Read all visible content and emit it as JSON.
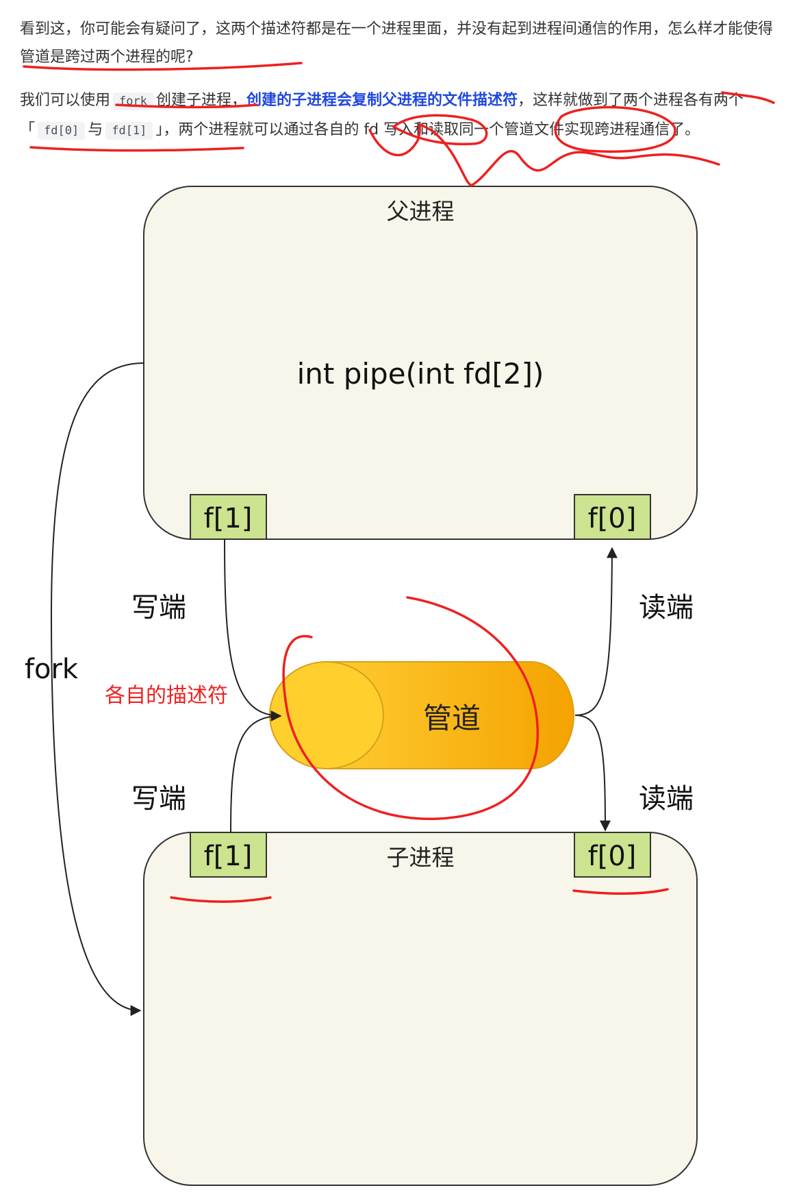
{
  "intro": {
    "p1": "看到这，你可能会有疑问了，这两个描述符都是在一个进程里面，并没有起到进程间通信的作用，怎么样才能使得管道是跨过两个进程的呢?",
    "p2": {
      "a": "我们可以使用",
      "code_fork": "fork",
      "b": "创建子进程，",
      "bold": "创建的子进程会复制父进程的文件描述符",
      "c": "，这样就做到了两个进程各有两个「",
      "code_fd0": "fd[0]",
      "d": "与",
      "code_fd1": "fd[1]",
      "e": "」，两个进程就可以通过各自的 fd 写入和读取同一个管道文件实现跨进程通信了。"
    }
  },
  "diagram": {
    "parent_title": "父进程",
    "child_title": "子进程",
    "pipe_call": "int pipe(int fd[2])",
    "parent_f1": "f[1]",
    "parent_f0": "f[0]",
    "child_f1": "f[1]",
    "child_f0": "f[0]",
    "write_end_top": "写端",
    "read_end_top": "读端",
    "write_end_bottom": "写端",
    "read_end_bottom": "读端",
    "fork_label": "fork",
    "pipe_label": "管道",
    "annotation": "各自的描述符"
  },
  "colors": {
    "process_fill": "#f8f6ea",
    "fd_fill": "#cce38f",
    "pipe_fill_start": "#ffd23a",
    "pipe_fill_end": "#f5a300",
    "annotation_red": "#ee2020",
    "link_blue": "#1f48e0"
  }
}
